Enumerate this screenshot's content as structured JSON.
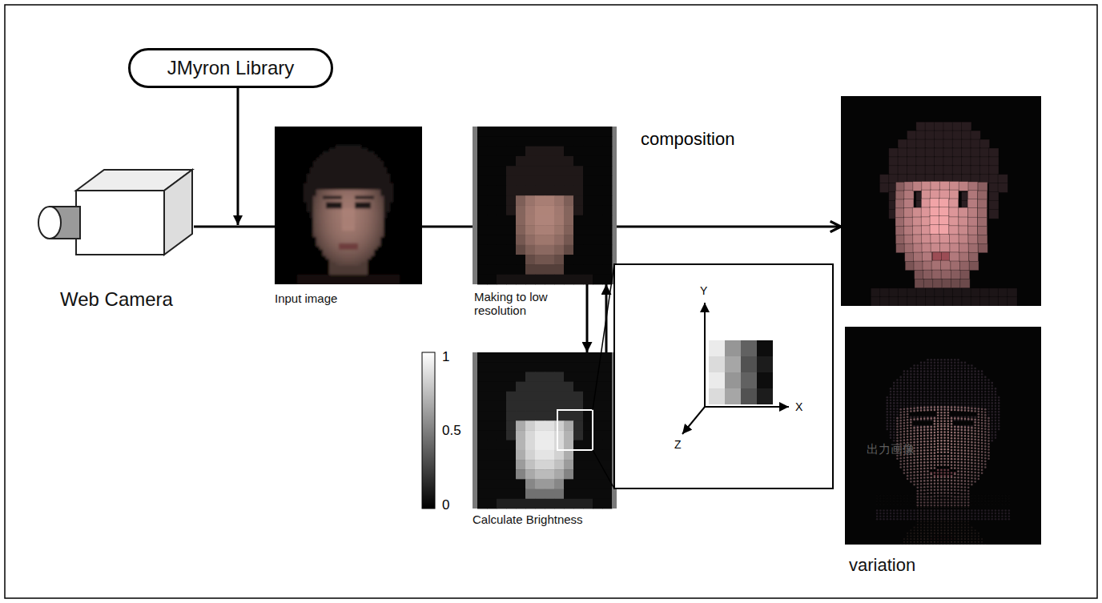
{
  "diagram": {
    "nodes": [
      {
        "text": [
          "JMyron Library"
        ]
      },
      {
        "text": [
          "Web Camera"
        ]
      },
      {
        "text": [
          "Input image"
        ]
      },
      {
        "text": [
          "Making to low resolution"
        ]
      },
      {
        "text": [
          "Calculate Brightness"
        ]
      },
      {
        "text": []
      },
      {
        "text": [
          "variation"
        ]
      }
    ],
    "edges": [
      {
        "from": 1,
        "to": 2,
        "arrow": "none"
      },
      {
        "from": 2,
        "to": 3,
        "arrow": "none"
      },
      {
        "from": 3,
        "to": 5,
        "arrow": "to",
        "label": "composition"
      },
      {
        "from": 3,
        "to": 4,
        "arrow": "to"
      },
      {
        "from": 4,
        "to": 3,
        "arrow": "to"
      }
    ],
    "labels": [
      "1",
      "0.5",
      "0",
      "Y",
      "X",
      "Z",
      "出力画像"
    ]
  }
}
